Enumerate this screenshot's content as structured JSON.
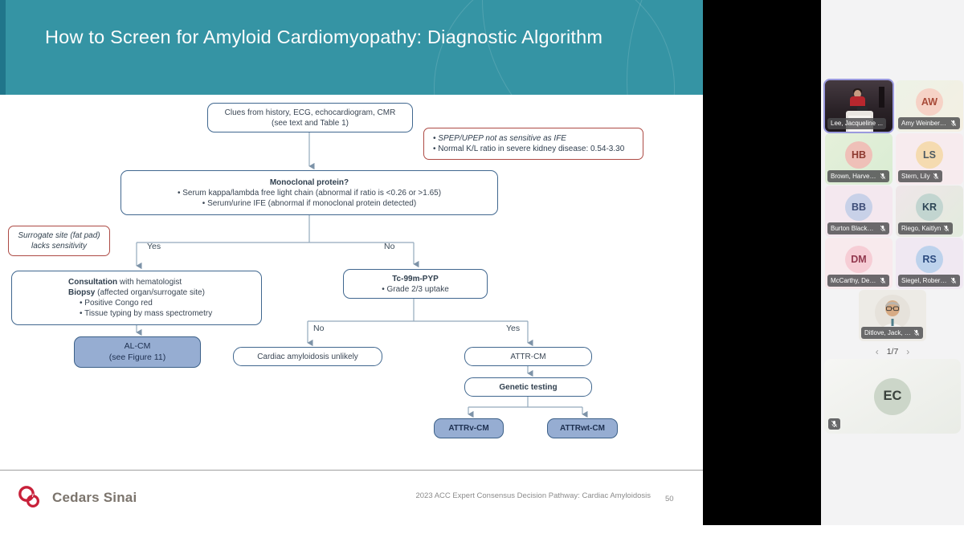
{
  "colors": {
    "header_teal": "#3594a4",
    "flow_border_blue": "#40678f",
    "flow_fill_blue": "#96add2",
    "note_border_red": "#ad4a44",
    "active_tile_border": "#7678cf",
    "brand_red": "#c8213a"
  },
  "slide": {
    "title": "How to Screen for Amyloid Cardiomyopathy: Diagnostic Algorithm",
    "flowchart": {
      "clues": {
        "line1": "Clues from history, ECG, echocardiogram, CMR",
        "line2": "(see text and Table 1)"
      },
      "red_note": {
        "bullet1": "• SPEP/UPEP not as sensitive as IFE",
        "bullet2": "• Normal K/L ratio in severe kidney disease: 0.54-3.30"
      },
      "monoclonal": {
        "title": "Monoclonal protein?",
        "bullet1": "• Serum kappa/lambda free light chain (abnormal if ratio is <0.26 or >1.65)",
        "bullet2": "• Serum/urine IFE (abnormal if monoclonal protein detected)"
      },
      "surrogate": {
        "line1": "Surrogate site (fat pad)",
        "line2": "lacks sensitivity"
      },
      "consultation": {
        "bold1": "Consultation",
        "rest1": " with hematologist",
        "bold2": "Biopsy",
        "rest2": " (affected organ/surrogate site)",
        "bullet1": "• Positive Congo red",
        "bullet2": "• Tissue typing by mass spectrometry"
      },
      "tc_pyp": {
        "title": "Tc-99m-PYP",
        "bullet1": "• Grade 2/3 uptake"
      },
      "al_cm": {
        "line1": "AL-CM",
        "line2": "(see Figure 11)"
      },
      "unlikely": "Cardiac amyloidosis unlikely",
      "attr_cm": "ATTR-CM",
      "genetic": "Genetic testing",
      "attrv": "ATTRv-CM",
      "attrwt": "ATTRwt-CM",
      "labels": {
        "yes1": "Yes",
        "no1": "No",
        "no2": "No",
        "yes2": "Yes"
      }
    },
    "footer": {
      "brand": "Cedars Sinai",
      "citation": "2023 ACC Expert Consensus Decision Pathway: Cardiac Amyloidosis",
      "page": "50"
    }
  },
  "sidebar": {
    "participants": [
      {
        "name": "Lee, Jacqueline ...",
        "kind": "video",
        "active": true
      },
      {
        "name": "Amy Weinberg (...",
        "initials": "AW",
        "muted": true,
        "avatar_style": "background:#f6d2c6;color:#a84a38",
        "tile_style": "background:linear-gradient(135deg,#edf2e7,#f4efe2)"
      },
      {
        "name": "Brown, Harvey, ...",
        "initials": "HB",
        "muted": true,
        "avatar_style": "background:#efc0b8;color:#8e3a30",
        "tile_style": "background:linear-gradient(135deg,#e5f0da,#d9ecd3)"
      },
      {
        "name": "Stern, Lily",
        "initials": "LS",
        "muted": true,
        "avatar_style": "background:#f5dbb0;color:#4d5a62",
        "tile_style": "background:#f7ebee"
      },
      {
        "name": "Burton Blackman...",
        "initials": "BB",
        "muted": true,
        "avatar_style": "background:#c8d1e8;color:#3e4e78",
        "tile_style": "background:#f4e8ef"
      },
      {
        "name": "Riego, Kaitlyn",
        "initials": "KR",
        "muted": true,
        "avatar_style": "background:#c2d5d0;color:#2e4656",
        "tile_style": "background:linear-gradient(135deg,#efe6e9,#e2ebdd)"
      },
      {
        "name": "McCarthy, Deidre",
        "initials": "DM",
        "muted": true,
        "avatar_style": "background:#f6cdd5;color:#92384e",
        "tile_style": "background:#f8eaed"
      },
      {
        "name": "Siegel, Robert Ja...",
        "initials": "RS",
        "muted": true,
        "avatar_style": "background:#bdd2ec;color:#2b4a7e",
        "tile_style": "background:#f0e8f2"
      },
      {
        "name": "Ditlove, Jack, M.D.",
        "kind": "photo",
        "muted": true,
        "tile_style": "background:#edebe6"
      }
    ],
    "pagination": {
      "prev": "‹",
      "current": "1/7",
      "next": "›"
    },
    "self_tile": {
      "initials": "EC",
      "muted": true,
      "avatar_style": "background:#ccd6c9;color:#3a423d",
      "tile_style": "background:linear-gradient(150deg,#f6f6f4,#e9ece6)"
    }
  }
}
